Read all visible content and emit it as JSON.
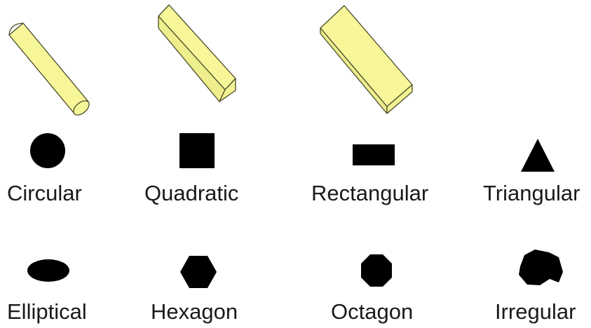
{
  "colors": {
    "rod_fill": "#f7f79a",
    "rod_side": "#e6e67c",
    "rod_stroke": "#4a4a2a",
    "shape_fill": "#000000",
    "text": "#1a1a1a"
  },
  "rods": [
    {
      "name": "cylindrical-rod",
      "cross_section": "circular"
    },
    {
      "name": "square-bar",
      "cross_section": "quadratic"
    },
    {
      "name": "rectangular-bar",
      "cross_section": "rectangular"
    }
  ],
  "row1": [
    {
      "label": "Circular",
      "icon": "circle-icon"
    },
    {
      "label": "Quadratic",
      "icon": "square-icon"
    },
    {
      "label": "Rectangular",
      "icon": "rectangle-icon"
    },
    {
      "label": "Triangular",
      "icon": "triangle-icon"
    }
  ],
  "row2": [
    {
      "label": "Elliptical",
      "icon": "ellipse-icon"
    },
    {
      "label": "Hexagon",
      "icon": "hexagon-icon"
    },
    {
      "label": "Octagon",
      "icon": "octagon-icon"
    },
    {
      "label": "Irregular",
      "icon": "irregular-shape-icon"
    }
  ]
}
